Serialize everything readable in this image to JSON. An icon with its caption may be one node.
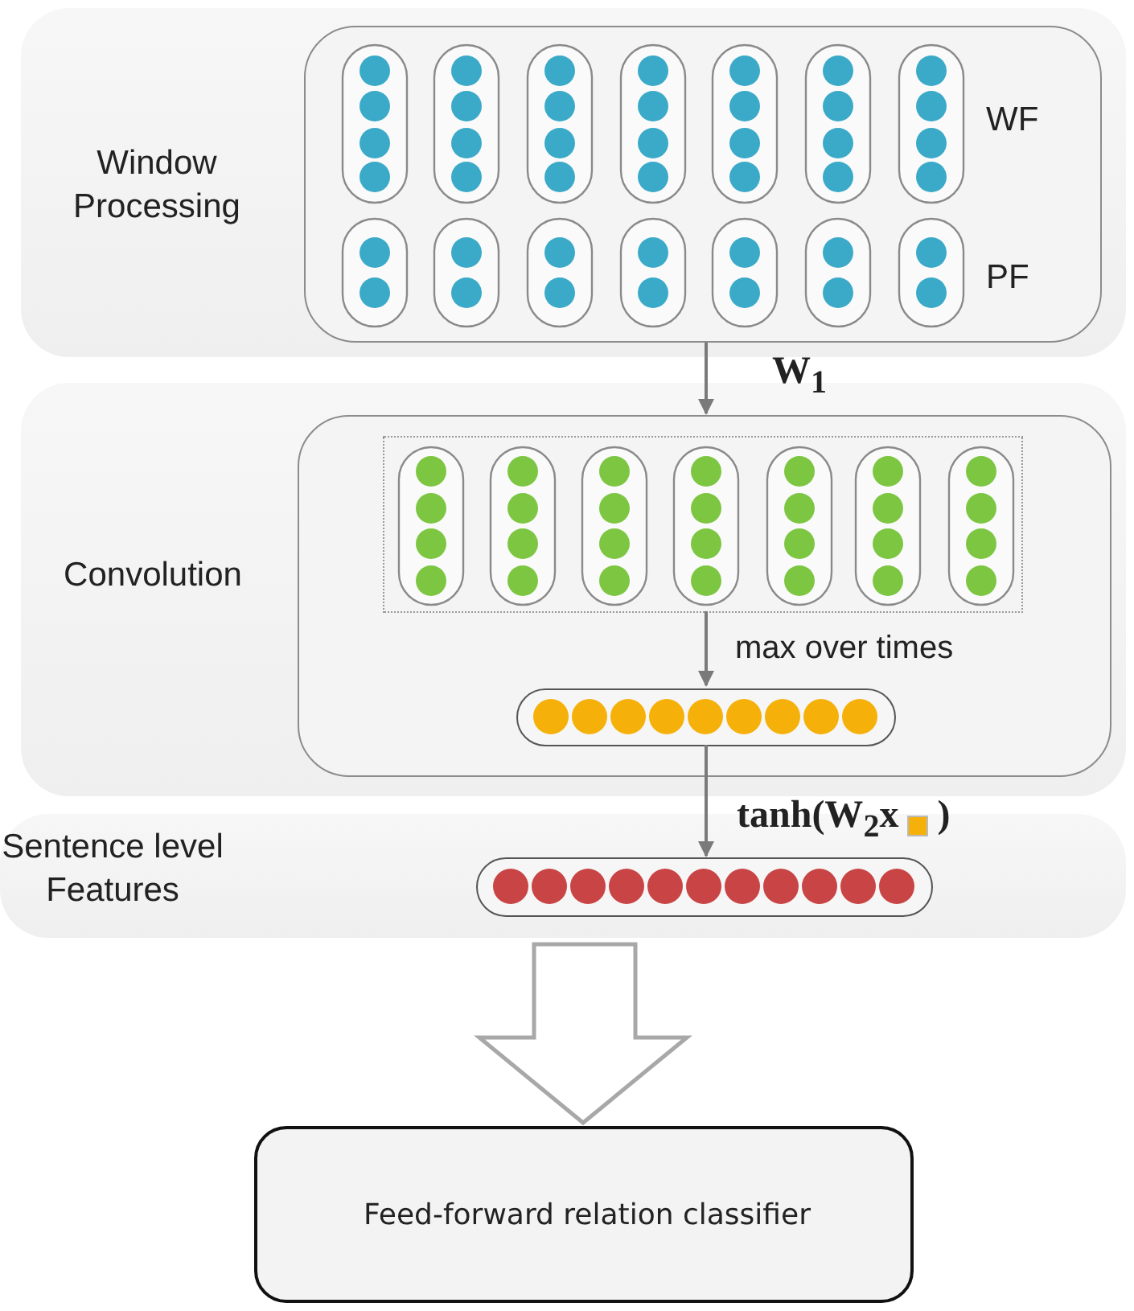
{
  "diagram": {
    "nodes": [
      {
        "text": [
          "Window Processing"
        ]
      },
      {
        "text": [
          "WF",
          "PF"
        ],
        "in": 0
      },
      {
        "text": [
          "Convolution"
        ]
      },
      {
        "text": [],
        "shape": "box",
        "in": 2
      },
      {
        "text": [],
        "shape": "box",
        "in": 3
      },
      {
        "text": [],
        "shape": "bar",
        "in": 3
      },
      {
        "text": [
          "Sentence level Features"
        ]
      },
      {
        "text": [],
        "shape": "bar",
        "in": 6
      },
      {
        "text": [
          "Feed-forward relation classifier"
        ]
      }
    ],
    "edges": [
      {
        "from": 1,
        "to": 3,
        "arrow": "to",
        "label": "W$_{1}$"
      },
      {
        "from": 4,
        "to": 5,
        "arrow": "to",
        "label": "max over times"
      },
      {
        "from": 5,
        "to": 7,
        "arrow": "to",
        "label": "tanh(W$_{2}$x )"
      },
      {
        "from": 6,
        "to": 8,
        "arrow": "to",
        "style": "thick"
      }
    ]
  }
}
